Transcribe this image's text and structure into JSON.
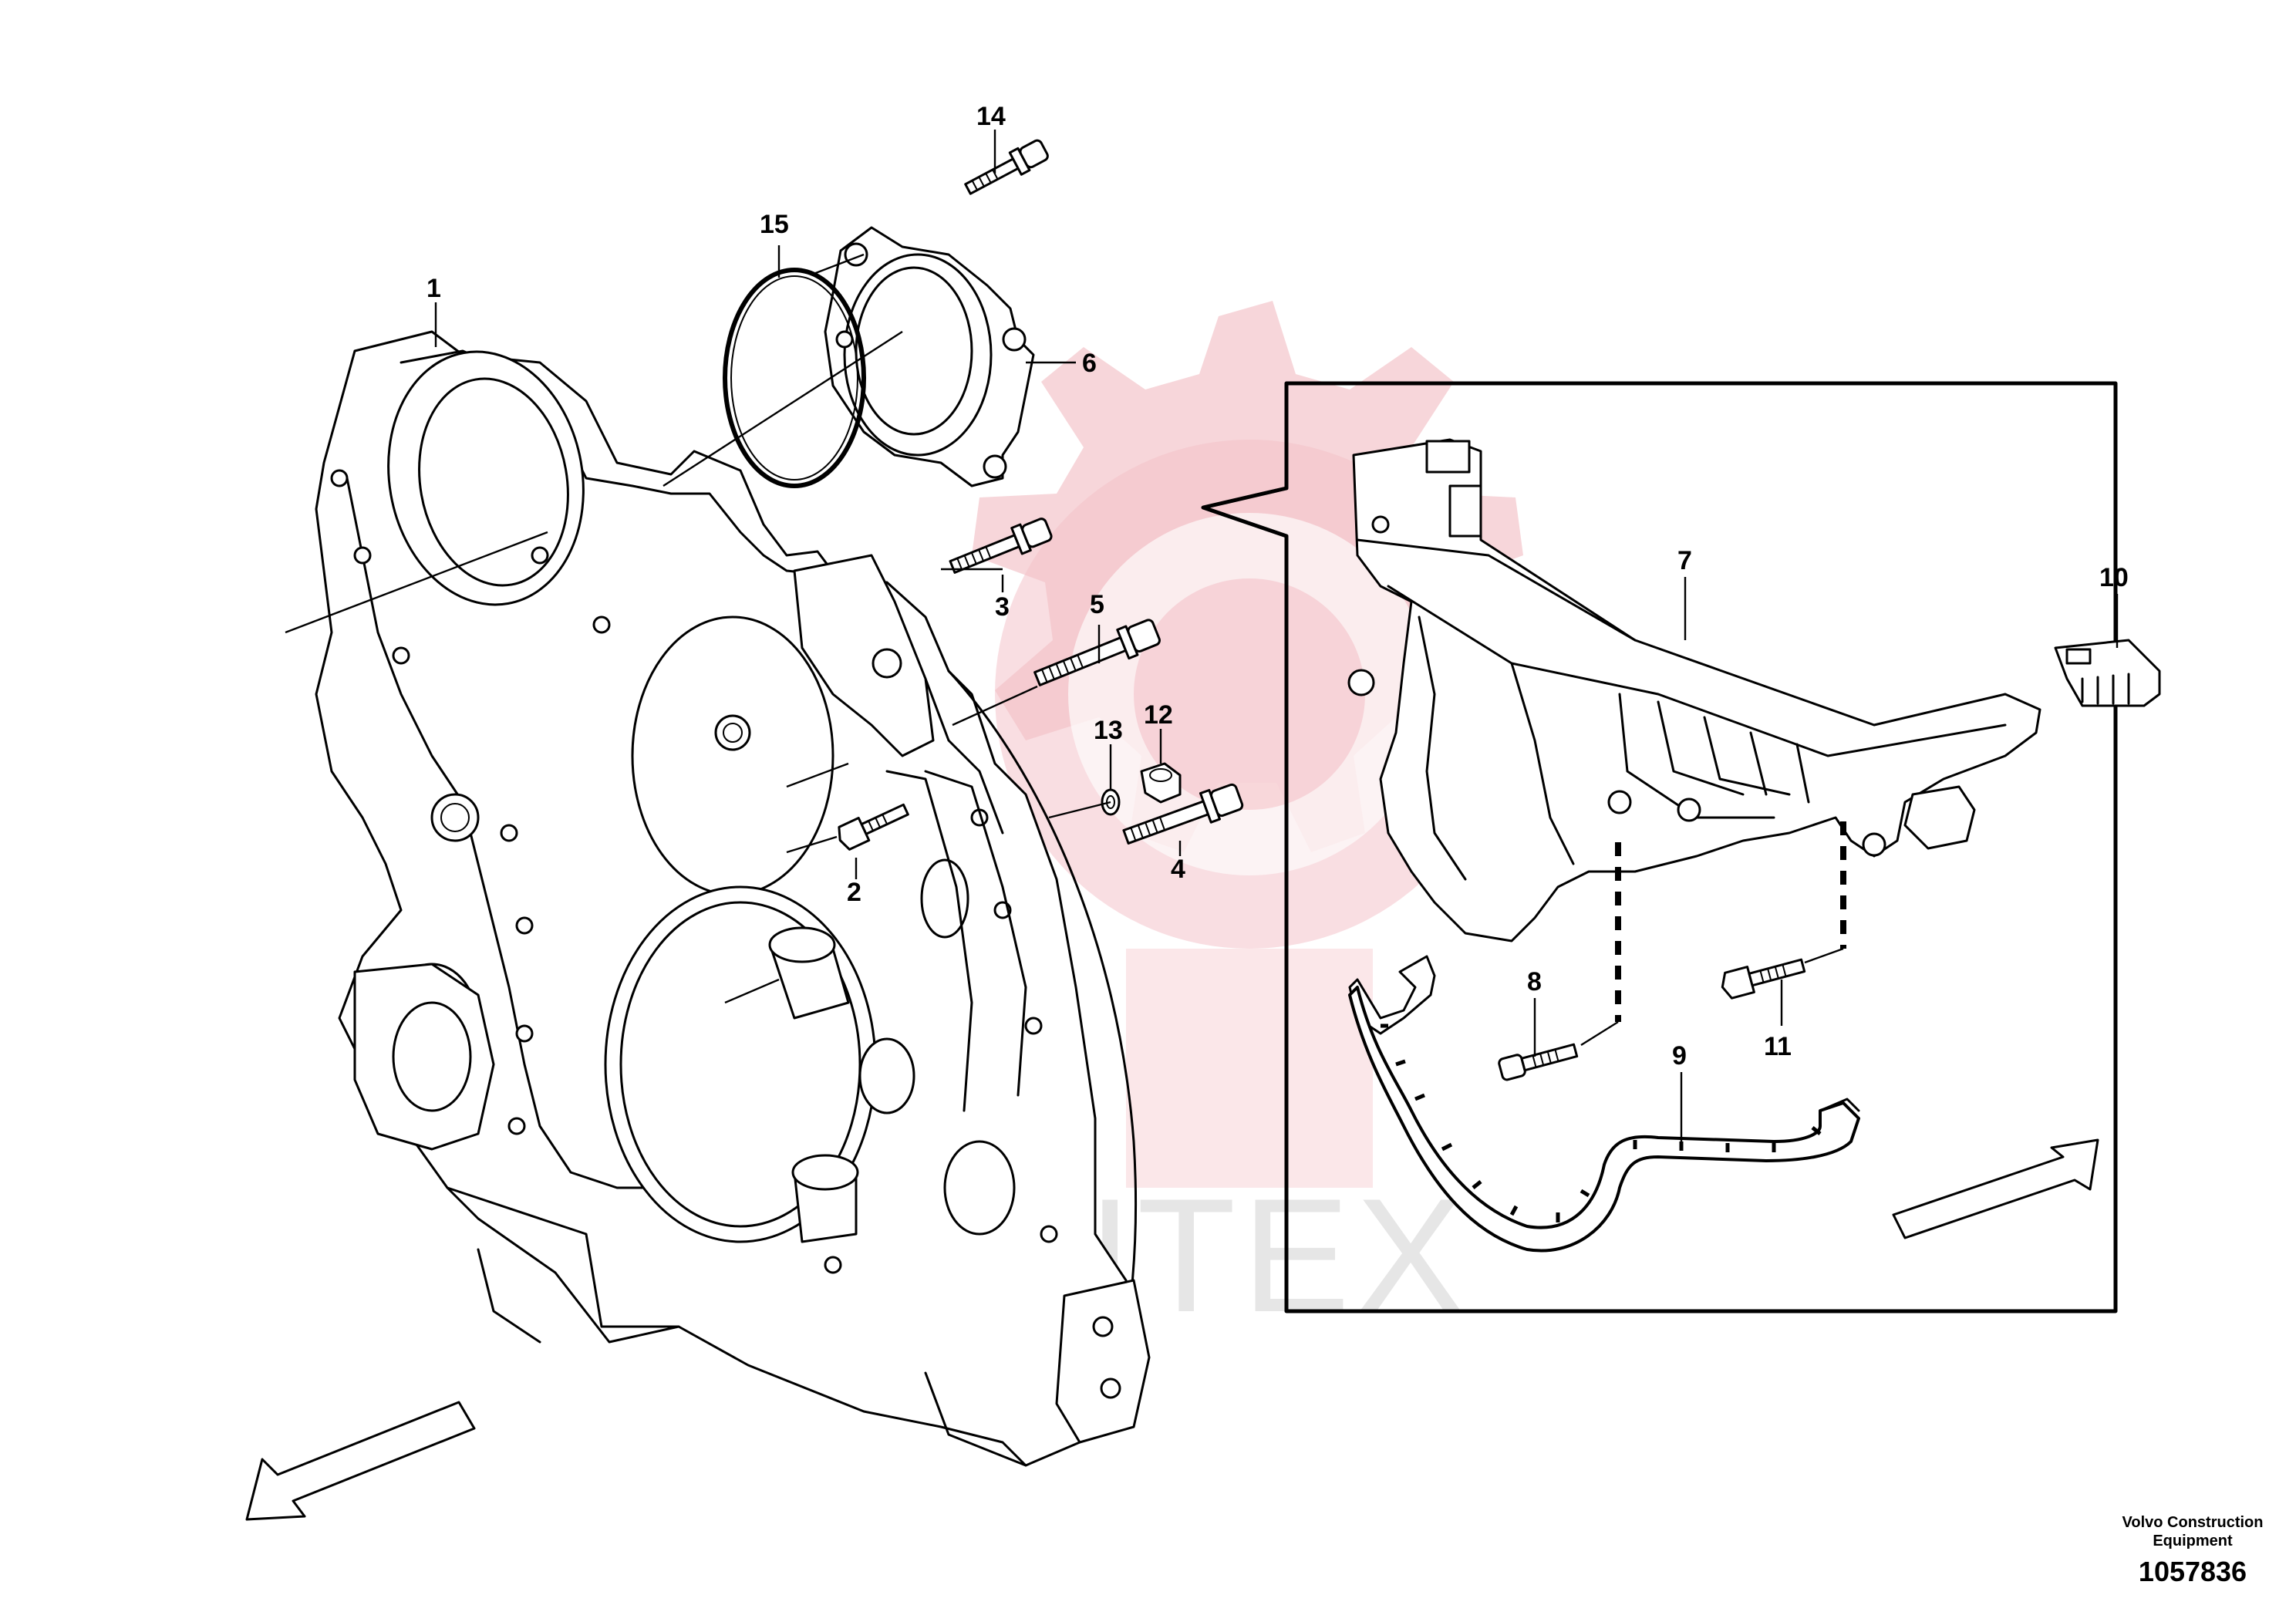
{
  "diagram": {
    "callouts": {
      "c1": "1",
      "c2": "2",
      "c3": "3",
      "c4": "4",
      "c5": "5",
      "c6": "6",
      "c7": "7",
      "c8": "8",
      "c9": "9",
      "c10": "10",
      "c11": "11",
      "c12": "12",
      "c13": "13",
      "c14": "14",
      "c15": "15"
    },
    "watermark": "VIHTEX",
    "credit": {
      "line1": "Volvo Construction",
      "line2": "Equipment",
      "drawing_number": "1057836"
    },
    "colors": {
      "line": "#000000",
      "background": "#ffffff",
      "watermark_logo": "#f5c9ce",
      "watermark_text": "#e6e6e6"
    }
  }
}
